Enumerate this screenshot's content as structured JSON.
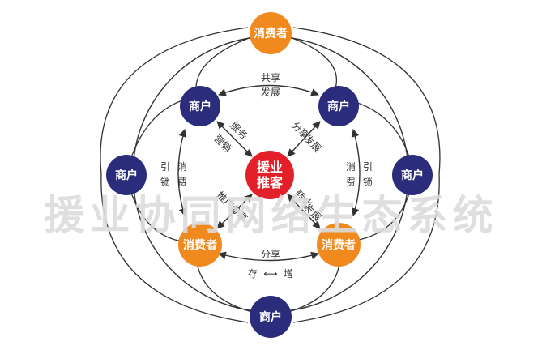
{
  "colors": {
    "merchant": "#2b2c7c",
    "consumer": "#f08a1e",
    "center": "#e3202a",
    "line": "#333333",
    "watermark": "#dcdcdc"
  },
  "watermark": "援业协同网络生态系统",
  "center": {
    "line1": "援业",
    "line2": "推客"
  },
  "nodes": {
    "top": "消费者",
    "inner_tl": "商户",
    "inner_tr": "商户",
    "left": "商户",
    "right": "商户",
    "inner_bl": "消费者",
    "inner_br": "消费者",
    "bottom": "商户"
  },
  "edges": {
    "top_line1": "共享",
    "top_line2": "发展",
    "left_col1": "引",
    "left_col1b": "锁",
    "left_col2": "消",
    "left_col2b": "费",
    "right_col1": "消",
    "right_col1b": "费",
    "right_col2": "引",
    "right_col2b": "锁",
    "bottom_line1": "分享",
    "bottom_left": "存",
    "bottom_arrow": "⟷",
    "bottom_right": "增",
    "diag_tl_a": "服务",
    "diag_tl_b": "营销",
    "diag_tr_a": "分享",
    "diag_tr_b": "发展",
    "diag_bl_a": "推广",
    "diag_bl_b": "分享",
    "diag_br_a": "转化",
    "diag_br_b": "发展"
  }
}
